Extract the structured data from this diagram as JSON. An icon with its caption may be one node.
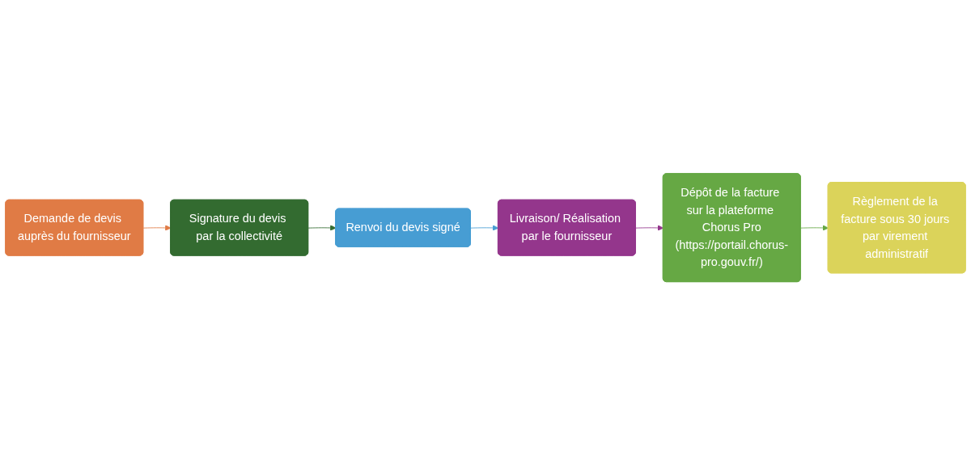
{
  "diagram": {
    "nodes": [
      {
        "text": [
          "Demande de devis auprès du fournisseur"
        ]
      },
      {
        "text": [
          "Signature du devis par la collectivité"
        ]
      },
      {
        "text": [
          "Renvoi du devis signé"
        ]
      },
      {
        "text": [
          "Livraison/ Réalisation par le fournisseur"
        ]
      },
      {
        "text": [
          "Dépôt de la facture sur la plateforme Chorus Pro",
          "(https://portail.chorus-pro.gouv.fr/)"
        ]
      },
      {
        "text": [
          "Règlement de la facture sous 30 jours par virement administratif"
        ]
      }
    ],
    "edges": [
      {
        "from": 0,
        "to": 1,
        "arrow": "to",
        "color": "#e07b45"
      },
      {
        "from": 1,
        "to": 2,
        "arrow": "to",
        "color": "#336b30"
      },
      {
        "from": 2,
        "to": 3,
        "arrow": "to",
        "color": "#479dd3"
      },
      {
        "from": 3,
        "to": 4,
        "arrow": "to",
        "color": "#94368c"
      },
      {
        "from": 4,
        "to": 5,
        "arrow": "to",
        "color": "#66a844"
      }
    ]
  }
}
